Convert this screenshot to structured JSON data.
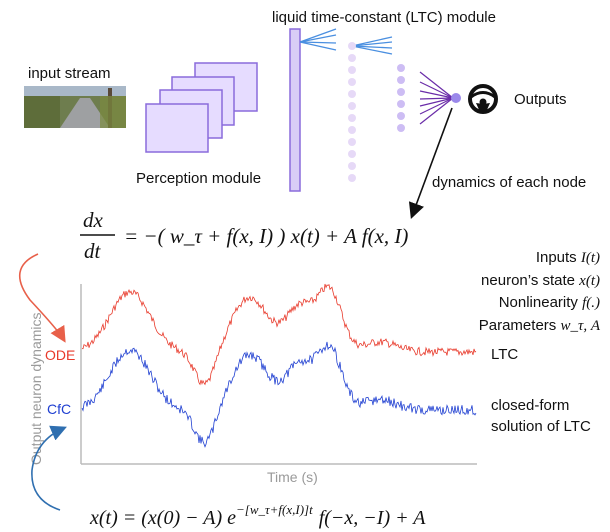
{
  "module_title": "liquid time-constant (LTC) module",
  "input_stream_label": "input stream",
  "perception_label": "Perception module",
  "outputs_label": "Outputs",
  "dynamics_label": "dynamics of each node",
  "equation_ltc": {
    "lhs_num": "dx",
    "lhs_den": "dt",
    "rhs": "= −( w_τ + f(x, I) ) x(t) + A f(x, I)"
  },
  "legend_items": [
    {
      "text": "Inputs ",
      "math": "I(t)"
    },
    {
      "text": "neuron’s state ",
      "math": "x(t)"
    },
    {
      "text": "Nonlinearity ",
      "math": "f(.)"
    },
    {
      "text": "Parameters ",
      "math": "w_τ, A"
    }
  ],
  "plot": {
    "ylabel": "Output neuron dynamics",
    "xlabel": "Time (s)",
    "left_labels": {
      "ode": "ODE",
      "cfc": "CfC"
    },
    "right_labels": {
      "ltc": "LTC",
      "cfc_line1": "closed-form",
      "cfc_line2": "solution of LTC"
    }
  },
  "equation_cfc": {
    "main": "x(t) = (x(0) − A) e",
    "exponent": "−[w_τ+f(x,I)]t",
    "tail": "f(−x, −I) + A"
  },
  "colors": {
    "ode_red": "#e8392a",
    "cfc_blue": "#1f3fd1",
    "arrow_red": "#e8604a",
    "arrow_blue": "#2f6fb0",
    "perception_fill": "#e6dcff",
    "perception_stroke": "#8a6bdc",
    "node_light": "#e6d9f7",
    "node_mid": "#cdbdf4",
    "node_dark": "#9a88ea",
    "fan_blue": "#4a8fe0",
    "fan_purple": "#6a2ca8",
    "axis_gray": "#bbbbbb",
    "label_gray": "#9a9a9a"
  },
  "icons": {
    "steering": "steering-wheel-icon",
    "road": "road-photo"
  }
}
